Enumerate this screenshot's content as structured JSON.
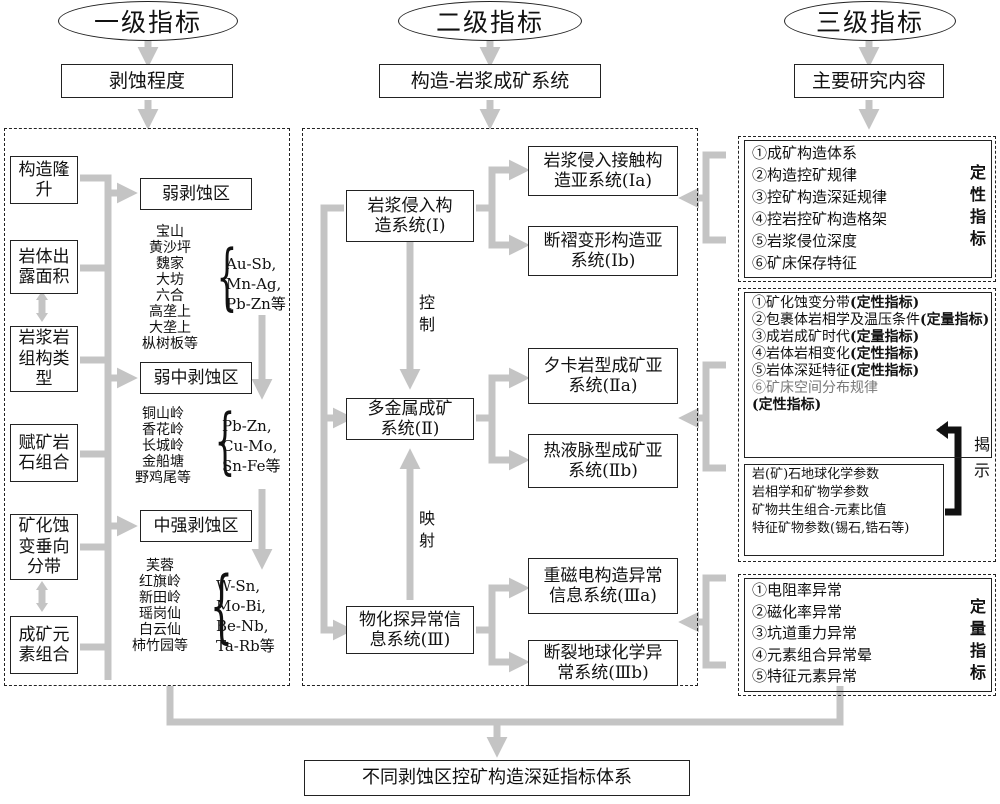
{
  "headers": {
    "level1": "一级指标",
    "level2": "二级指标",
    "level3": "三级指标"
  },
  "titles": {
    "level1": "剥蚀程度",
    "level2": "构造-岩浆成矿系统",
    "level3": "主要研究内容"
  },
  "level1_factors": [
    "构造隆升",
    "岩体出露面积",
    "岩浆岩组构类型",
    "赋矿岩石组合",
    "矿化蚀变垂向分带",
    "成矿元素组合"
  ],
  "zones": [
    "弱剥蚀区",
    "弱中剥蚀区",
    "中强剥蚀区"
  ],
  "mines": {
    "weak": [
      "宝山",
      "黄沙坪",
      "魏家",
      "大坊",
      "六合",
      "高垄上",
      "大垄上",
      "枞树板等"
    ],
    "mid": [
      "铜山岭",
      "香花岭",
      "长城岭",
      "金船塘",
      "野鸡尾等"
    ],
    "strong": [
      "芙蓉",
      "红旗岭",
      "新田岭",
      "瑶岗仙",
      "白云仙",
      "柿竹园等"
    ]
  },
  "metals": {
    "weak": [
      "Au-Sb,",
      "Mn-Ag,",
      "Pb-Zn等"
    ],
    "mid": [
      "Pb-Zn,",
      "Cu-Mo,",
      "Sn-Fe等"
    ],
    "strong": [
      "W-Sn,",
      "Mo-Bi,",
      "Be-Nb,",
      "Ta-Rb等"
    ]
  },
  "systems": {
    "s1": "岩浆侵入构造系统(Ⅰ)",
    "s2": "多金属成矿系统(Ⅱ)",
    "s3": "物化探异常信息系统(Ⅲ)"
  },
  "links": {
    "control": "控制",
    "mapping": "映射"
  },
  "subsystems": {
    "s1a": "岩浆侵入接触构造亚系统(Ⅰa)",
    "s1b": "断褶变形构造亚系统(Ⅰb)",
    "s2a": "夕卡岩型成矿亚系统(Ⅱa)",
    "s2b": "热液脉型成矿亚系统(Ⅱb)",
    "s3a": "重磁电构造异常信息系统(Ⅲa)",
    "s3b": "断裂地球化学异常系统(Ⅲb)"
  },
  "content1": {
    "items": [
      "①成矿构造体系",
      "②构造控矿规律",
      "③控矿构造深延规律",
      "④控岩控矿构造格架",
      "⑤岩浆侵位深度",
      "⑥矿床保存特征"
    ],
    "tag": "定性指标"
  },
  "content2": {
    "items": [
      {
        "text": "①矿化蚀变分带",
        "tag": "(定性指标)"
      },
      {
        "text": "②包裹体岩相学及温压条件",
        "tag": "(定量指标)"
      },
      {
        "text": "③成岩成矿时代",
        "tag": "(定量指标)"
      },
      {
        "text": "④岩体岩相变化",
        "tag": "(定性指标)"
      },
      {
        "text": "⑤岩体深延特征",
        "tag": "(定性指标)"
      },
      {
        "text": "⑥矿床空间分布规律",
        "tag": "(定性指标)"
      }
    ]
  },
  "content_params": [
    "岩(矿)石地球化学参数",
    "岩相学和矿物学参数",
    "矿物共生组合-元素比值",
    "特征矿物参数(锡石,锆石等)"
  ],
  "reveal": "揭示",
  "content3": {
    "items": [
      "①电阻率异常",
      "②磁化率异常",
      "③坑道重力异常",
      "④元素组合异常晕",
      "⑤特征元素异常"
    ],
    "tag": "定量指标"
  },
  "bottom": "不同剥蚀区控矿构造深延指标体系",
  "colors": {
    "connector": "#c4c4c4",
    "line": "#222222"
  }
}
